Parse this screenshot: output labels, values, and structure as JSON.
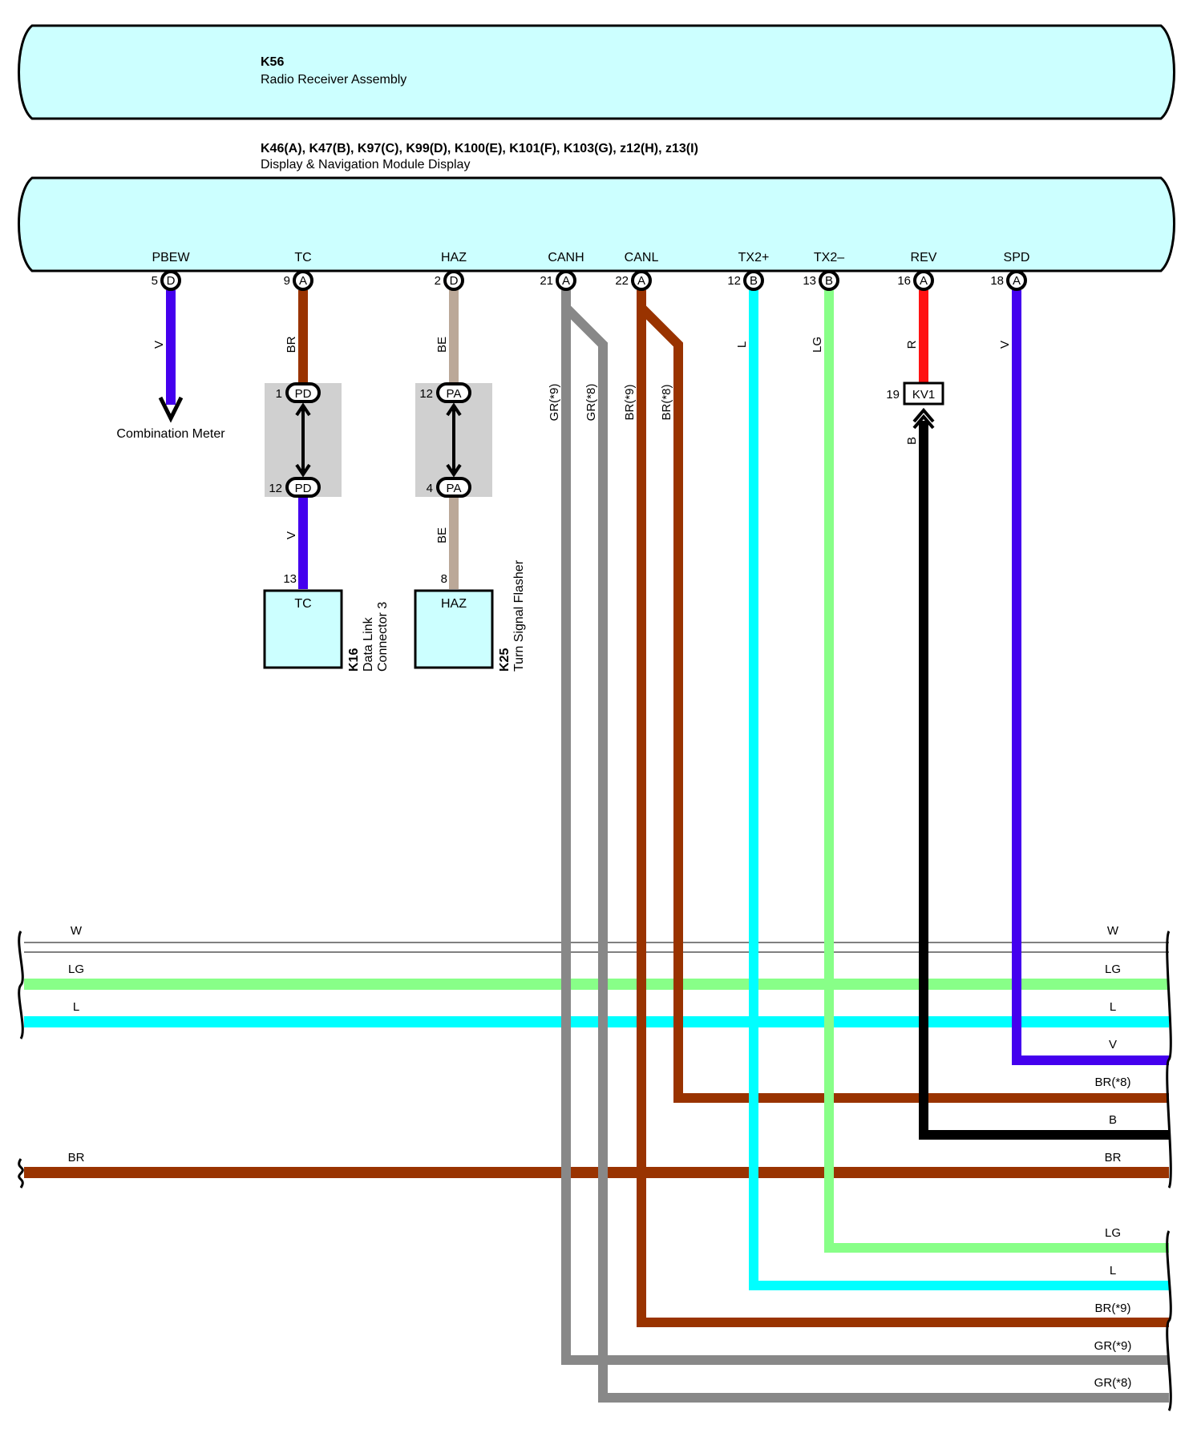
{
  "components": {
    "radio": {
      "id": "K56",
      "name": "Radio Receiver Assembly"
    },
    "display": {
      "ids": "K46(A), K47(B), K97(C), K99(D), K100(E), K101(F), K103(G), z12(H), z13(I)",
      "name": "Display & Navigation Module Display"
    },
    "dlc": {
      "id": "K16",
      "name_line1": "Data Link",
      "name_line2": "Connector 3",
      "terminal_label": "TC",
      "pin": "13"
    },
    "flasher": {
      "id": "K25",
      "name": "Turn Signal Flasher",
      "terminal_label": "HAZ",
      "pin": "8"
    },
    "combination_meter": "Combination Meter"
  },
  "terminals": [
    {
      "label": "PBEW",
      "pin": "5",
      "conn": "D",
      "wire": "V"
    },
    {
      "label": "TC",
      "pin": "9",
      "conn": "A",
      "wire": "BR"
    },
    {
      "label": "HAZ",
      "pin": "2",
      "conn": "D",
      "wire": "BE"
    },
    {
      "label": "CANH",
      "pin": "21",
      "conn": "A",
      "wire_a": "GR(*9)",
      "wire_b": "GR(*8)"
    },
    {
      "label": "CANL",
      "pin": "22",
      "conn": "A",
      "wire_a": "BR(*9)",
      "wire_b": "BR(*8)"
    },
    {
      "label": "TX2+",
      "pin": "12",
      "conn": "B",
      "wire": "L"
    },
    {
      "label": "TX2–",
      "pin": "13",
      "conn": "B",
      "wire": "LG"
    },
    {
      "label": "REV",
      "pin": "16",
      "conn": "A",
      "wire": "R"
    },
    {
      "label": "SPD",
      "pin": "18",
      "conn": "A",
      "wire": "V"
    }
  ],
  "junctions": {
    "pd_top": {
      "pin": "1",
      "label": "PD"
    },
    "pd_bottom": {
      "pin": "12",
      "label": "PD"
    },
    "pa_top": {
      "pin": "12",
      "label": "PA"
    },
    "pa_bottom": {
      "pin": "4",
      "label": "PA"
    },
    "dlc_wire": "V",
    "flasher_wire": "BE"
  },
  "kv1": {
    "pin": "19",
    "label": "KV1",
    "wire": "B"
  },
  "buses": [
    {
      "left": "W",
      "right": "W"
    },
    {
      "left": "LG",
      "right": "LG"
    },
    {
      "left": "L",
      "right": "L"
    },
    {
      "left": "",
      "right": "V"
    },
    {
      "left": "",
      "right": "BR(*8)"
    },
    {
      "left": "",
      "right": "B"
    },
    {
      "left": "BR",
      "right": "BR"
    },
    {
      "left": "",
      "right": "LG"
    },
    {
      "left": "",
      "right": "L"
    },
    {
      "left": "",
      "right": "BR(*9)"
    },
    {
      "left": "",
      "right": "GR(*9)"
    },
    {
      "left": "",
      "right": "GR(*8)"
    }
  ],
  "colors": {
    "component_fill": "#ccffff",
    "violet": "#4400ee",
    "brown": "#993300",
    "beige": "#bba898",
    "gray": "#888888",
    "light_blue": "#00ffff",
    "light_green": "#88ff88",
    "red": "#ff1111",
    "black": "#000000"
  }
}
